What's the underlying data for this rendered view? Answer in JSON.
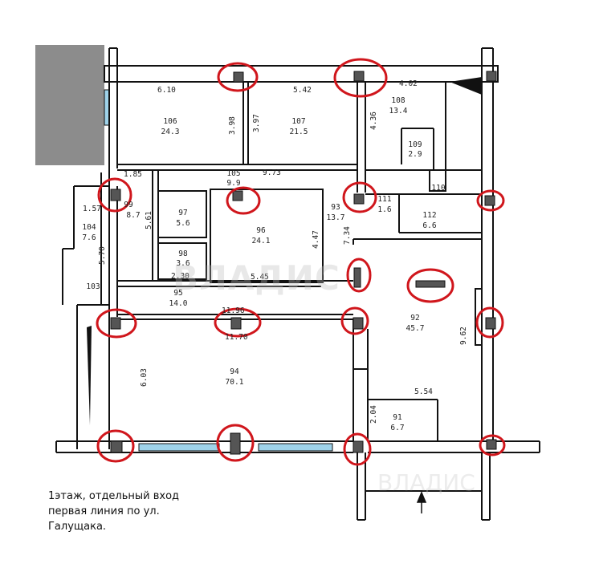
{
  "watermark": "ВЛАДИС",
  "watermark_bottom": "ВЛАДИС",
  "caption": {
    "line1": "1этаж, отдельный вход",
    "line2": "первая линия по ул.",
    "line3": "Галущака."
  },
  "rooms": [
    {
      "id": "r106",
      "number": "106",
      "area": "24.3"
    },
    {
      "id": "r107",
      "number": "107",
      "area": "21.5"
    },
    {
      "id": "r108",
      "number": "108",
      "area": "13.4"
    },
    {
      "id": "r109",
      "number": "109",
      "area": "2.9"
    },
    {
      "id": "r105",
      "number": "105",
      "area": "9.9"
    },
    {
      "id": "r97",
      "number": "97",
      "area": "5.6"
    },
    {
      "id": "r96",
      "number": "96",
      "area": "24.1"
    },
    {
      "id": "r98",
      "number": "98",
      "area": "3.6"
    },
    {
      "id": "r95",
      "number": "95",
      "area": "14.0"
    },
    {
      "id": "r93",
      "number": "93",
      "area": "13.7"
    },
    {
      "id": "r111",
      "number": "111",
      "area": "1.6"
    },
    {
      "id": "r112",
      "number": "112",
      "area": "6.6"
    },
    {
      "id": "r104",
      "number": "104",
      "area": "7.6"
    },
    {
      "id": "r99",
      "number": "99",
      "area": "8.7"
    },
    {
      "id": "r92",
      "number": "92",
      "area": "45.7"
    },
    {
      "id": "r94",
      "number": "94",
      "area": "70.1"
    },
    {
      "id": "r91",
      "number": "91",
      "area": "6.7"
    }
  ],
  "room_labels_single": {
    "r103": "103",
    "r110": "110"
  },
  "dimensions": {
    "d610": "6.10",
    "d542": "5.42",
    "d402": "4.02",
    "d398": "3.98",
    "d397": "3.97",
    "d436": "4.36",
    "d185": "1.85",
    "d973": "9.73",
    "d157": "1.57",
    "d561": "5.61",
    "d447": "4.47",
    "d734": "7.34",
    "d570": "5.70",
    "d230": "2.30",
    "d545": "5.45",
    "d1196": "11.96",
    "d1170": "11.70",
    "d603": "6.03",
    "d962": "9.62",
    "d554": "5.54",
    "d204": "2.04"
  },
  "colors": {
    "highlight": "#d0161c",
    "wall": "#111111",
    "column": "#555555",
    "window": "#9fd3ea",
    "annex": "#8c8c8c"
  }
}
